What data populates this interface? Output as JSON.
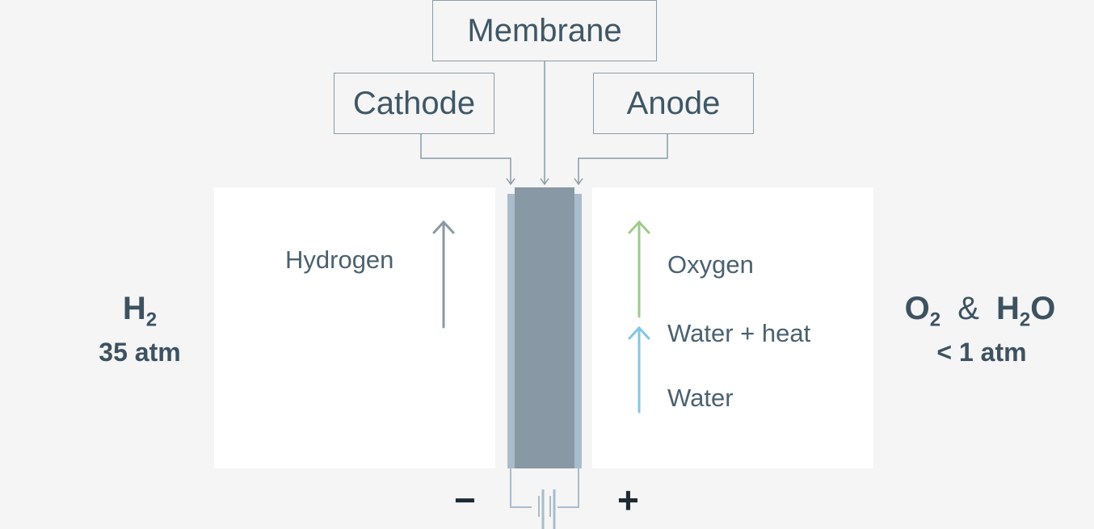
{
  "labels": {
    "membrane": "Membrane",
    "cathode": "Cathode",
    "anode": "Anode"
  },
  "flows": {
    "hydrogen": "Hydrogen",
    "oxygen": "Oxygen",
    "water_heat": "Water + heat",
    "water": "Water"
  },
  "left_side": {
    "formula_base": "H",
    "formula_sub": "2",
    "pressure": "35 atm"
  },
  "right_side": {
    "o2_base": "O",
    "o2_sub": "2",
    "amp": "&",
    "h2o_h": "H",
    "h2o_sub": "2",
    "h2o_o": "O",
    "pressure": "< 1 atm"
  },
  "terminals": {
    "negative": "−",
    "positive": "+"
  },
  "colors": {
    "hydrogen_arrow": "#8a99a4",
    "oxygen_arrow": "#9fcb8a",
    "water_arrow": "#80c8e4",
    "membrane": "#8898a4",
    "electrode": "#a9bccb",
    "connector": "#8a9ba5"
  }
}
